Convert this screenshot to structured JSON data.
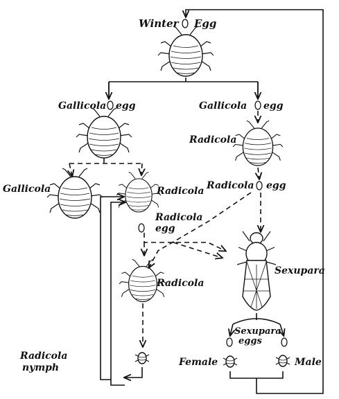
{
  "labels": {
    "winter": "Winter",
    "egg_top": "Egg",
    "gallicola_egg_left_a": "Gallicola",
    "gallicola_egg_left_b": "egg",
    "gallicola_egg_right_a": "Gallicola",
    "gallicola_egg_right_b": "egg",
    "radicola_right": "Radicola",
    "radicola_egg_right_a": "Radicola",
    "radicola_egg_right_b": "egg",
    "gallicola_left": "Gallicola",
    "radicola_mid": "Radicola",
    "radicola_egg_mid_a": "Radicola",
    "radicola_egg_mid_b": "egg",
    "radicola_lower": "Radicola",
    "sexupara": "Sexupara",
    "sexupara_eggs_a": "Sexupara",
    "sexupara_eggs_b": "eggs",
    "radicola_nymph_a": "Radicola",
    "radicola_nymph_b": "nymph",
    "female": "Female",
    "male": "Male"
  },
  "icons": [
    "aphid-icon",
    "winged-sexupara-icon",
    "egg-icon",
    "nymph-icon"
  ]
}
